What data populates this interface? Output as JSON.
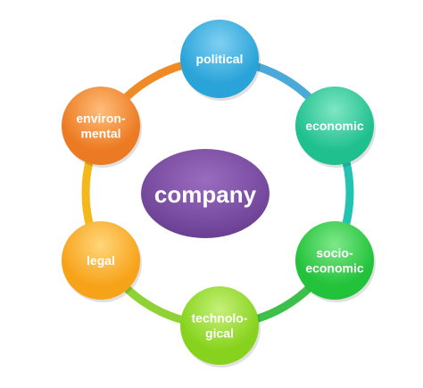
{
  "center": {
    "label": "company",
    "color": "#7b4fa0"
  },
  "ring_colors": {
    "top": "#4aa9d8",
    "right": "#22c4b0",
    "bottom_right": "#3cc04a",
    "bottom": "#8fd236",
    "left": "#f5b81a",
    "left_top": "#f0d21e",
    "top_left": "#f08a24"
  },
  "nodes": [
    {
      "id": "political",
      "lines": [
        "political"
      ],
      "color": "#2aa3d8",
      "highlight": "#7fd0f2"
    },
    {
      "id": "economic",
      "lines": [
        "economic"
      ],
      "color": "#1fc08e",
      "highlight": "#7fe6c3"
    },
    {
      "id": "socio-economic",
      "lines": [
        "socio-",
        "economic"
      ],
      "color": "#22c23a",
      "highlight": "#7fe88a"
    },
    {
      "id": "technological",
      "lines": [
        "technolo-",
        "gical"
      ],
      "color": "#86d21c",
      "highlight": "#c6f07a"
    },
    {
      "id": "legal",
      "lines": [
        "legal"
      ],
      "color": "#f7a31a",
      "highlight": "#ffd67a"
    },
    {
      "id": "environmental",
      "lines": [
        "environ-",
        "mental"
      ],
      "color": "#ec7a22",
      "highlight": "#ffbd7a"
    }
  ]
}
